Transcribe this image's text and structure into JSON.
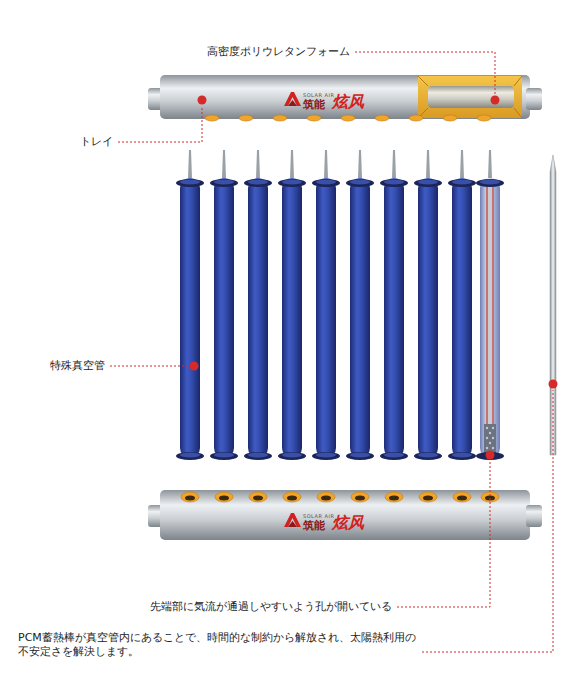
{
  "diagram": {
    "labels": [
      "高密度ポリウレタンフォーム",
      "トレイ",
      "SOLAR AIR",
      "筑能",
      "炫风",
      "特殊真空管",
      "SOLAR AIR",
      "筑能",
      "炫风",
      "先端部に気流が通過しやすいよう孔が開いている",
      "PCM蓄熱棒が真空管内にあることで、時間的な制約から解放され、太陽熱利用の不安定さを解決します。"
    ]
  }
}
